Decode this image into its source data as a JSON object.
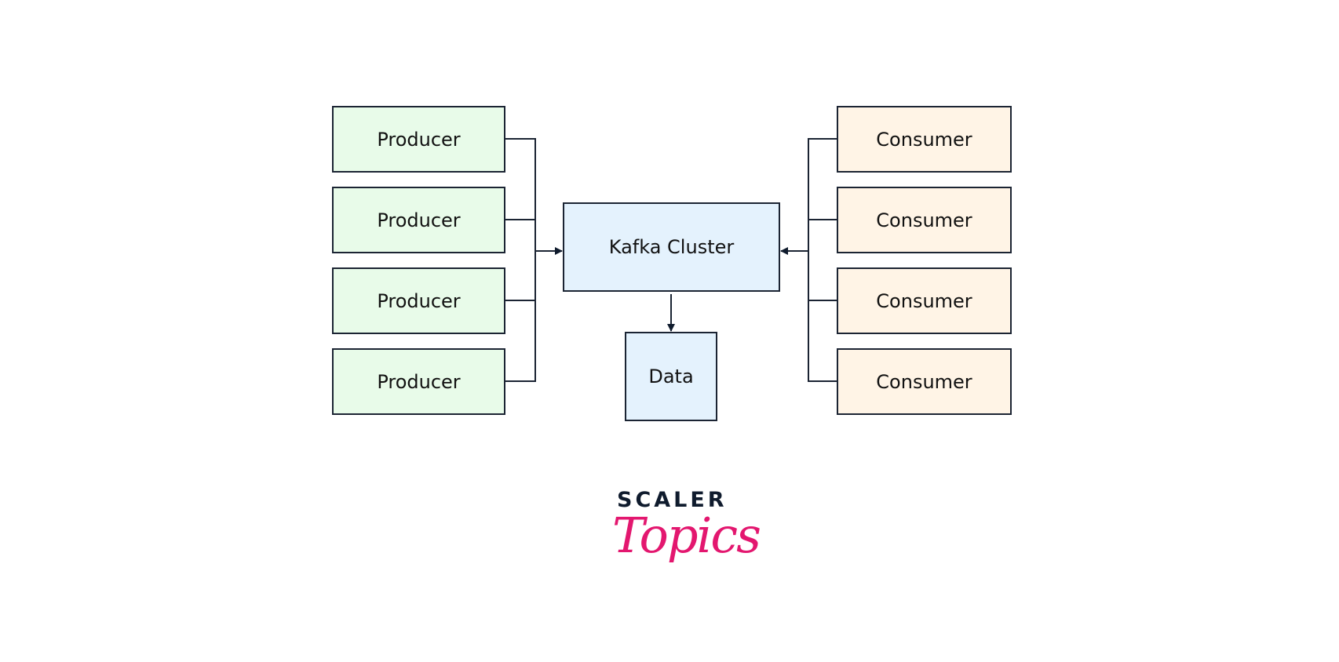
{
  "diagram": {
    "title": "Kafka architecture",
    "producers": [
      "Producer",
      "Producer",
      "Producer",
      "Producer"
    ],
    "consumers": [
      "Consumer",
      "Consumer",
      "Consumer",
      "Consumer"
    ],
    "center": "Kafka Cluster",
    "storage": "Data",
    "edges": [
      {
        "from": "producers",
        "to": "Kafka Cluster"
      },
      {
        "from": "consumers",
        "to": "Kafka Cluster"
      },
      {
        "from": "Kafka Cluster",
        "to": "Data"
      }
    ],
    "colors": {
      "producer_fill": "#e8fbe9",
      "consumer_fill": "#fff4e6",
      "cluster_fill": "#e4f2fd",
      "stroke": "#1b2433"
    }
  },
  "logo": {
    "line1": "SCALER",
    "line2": "Topics",
    "colors": {
      "line1": "#0f1b2d",
      "line2": "#e3176f"
    }
  }
}
